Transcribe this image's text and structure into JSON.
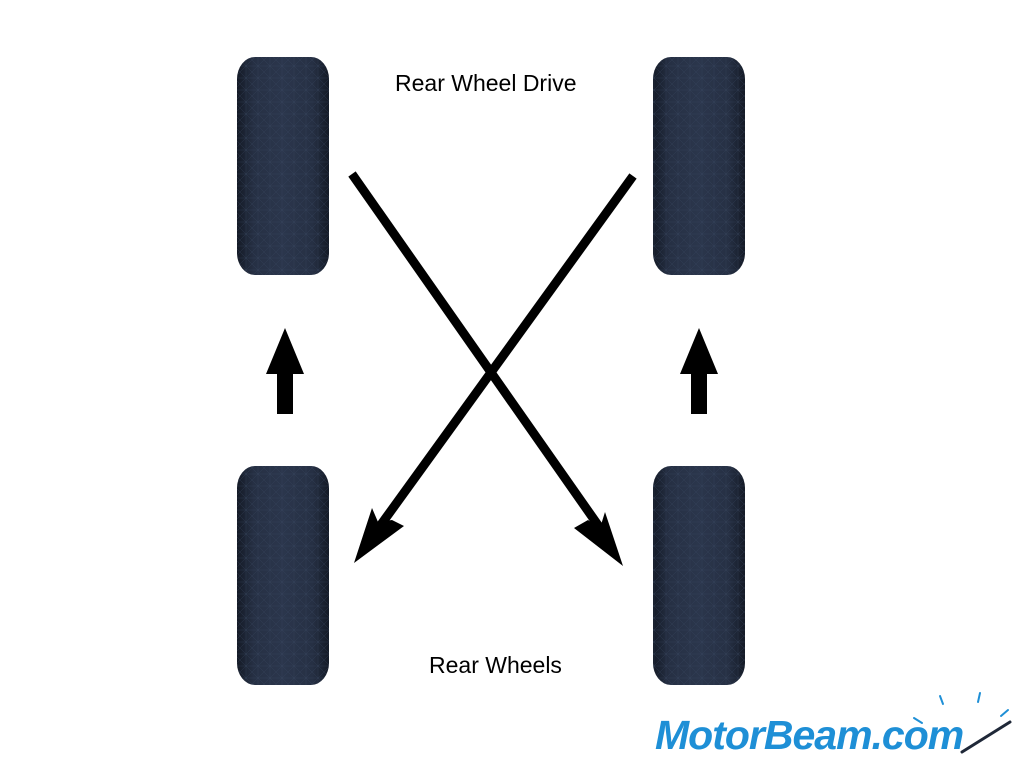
{
  "diagram": {
    "title": "Rear Wheel Drive",
    "bottom_label": "Rear Wheels",
    "tire_color": "#1f2838",
    "tire_highlight": "#2e3a52",
    "arrow_color": "#000000"
  },
  "watermark": {
    "text": "MotorBeam.com",
    "color": "#1e8fd6"
  }
}
